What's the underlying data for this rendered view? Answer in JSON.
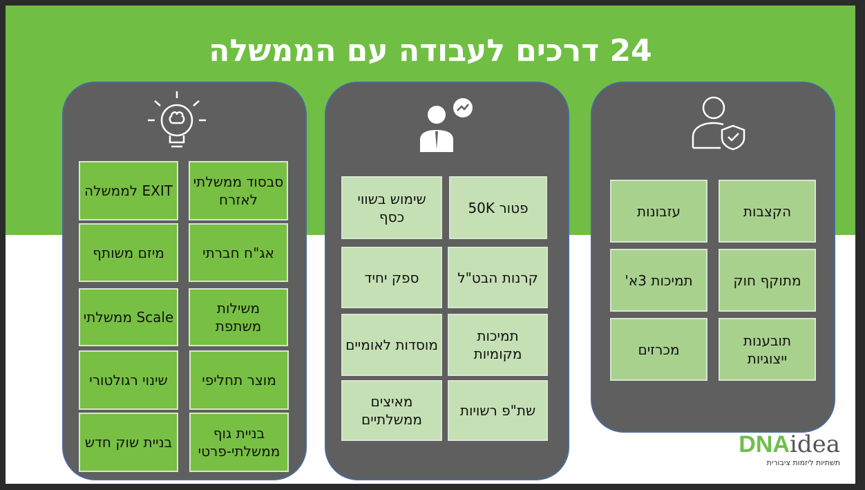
{
  "title": "24 דרכים לעבודה עם הממשלה",
  "panels": {
    "left": {
      "icon": "brain-lightbulb-icon",
      "items": [
        "סבסוד ממשלתי לאזרח",
        "EXIT לממשלה",
        "אג\"ח חברתי",
        "מיזם משותף",
        "משילות משתפת",
        "Scale ממשלתי",
        "מוצר תחליפי",
        "שינוי רגולטורי",
        "בניית גוף ממשלתי-פרטי",
        "בניית שוק חדש"
      ]
    },
    "middle": {
      "icon": "businessman-chart-icon",
      "items": [
        "פטור 50K",
        "שימוש בשווי כסף",
        "קרנות הבט\"ל",
        "ספק יחיד",
        "תמיכות מקומיות",
        "מוסדות לאומיים",
        "שת\"פ רשויות",
        "מאיצים ממשלתיים"
      ]
    },
    "right": {
      "icon": "user-shield-icon",
      "items": [
        "הקצבות",
        "עזבונות",
        "מתוקף חוק",
        "תמיכות 3א'",
        "תובענות ייצוגיות",
        "מכרזים"
      ]
    }
  },
  "logo": {
    "brand": "DNA",
    "brand2": "idea",
    "tagline": "תשתיות ליזמות ציבורית"
  },
  "colors": {
    "band": "#70bf44",
    "panel": "#5f5f5f",
    "left_box": "#77c043",
    "middle_box": "#c5e0b4",
    "right_box": "#a9d18e"
  }
}
